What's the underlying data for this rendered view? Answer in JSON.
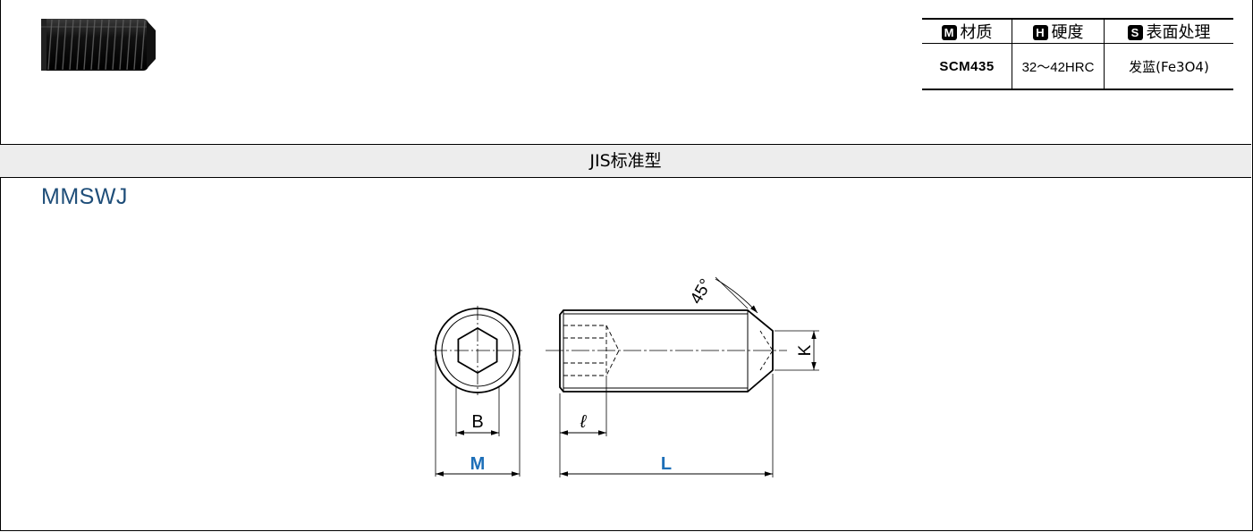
{
  "spec_table": {
    "headers": [
      {
        "badge": "M",
        "label": "材质"
      },
      {
        "badge": "H",
        "label": "硬度"
      },
      {
        "badge": "S",
        "label": "表面处理"
      }
    ],
    "material": "SCM435",
    "hardness": "32～42HRC",
    "surface": "发蓝(Fe3O4)"
  },
  "section_title": "JIS标准型",
  "model": "MMSWJ",
  "dimensions": {
    "B": "B",
    "M": "M",
    "l": "ℓ",
    "L": "L",
    "K": "K",
    "angle": "45°"
  },
  "colors": {
    "model_text": "#1f4e79",
    "dimension_highlight": "#1d6fb8",
    "band_bg": "#ededed"
  }
}
